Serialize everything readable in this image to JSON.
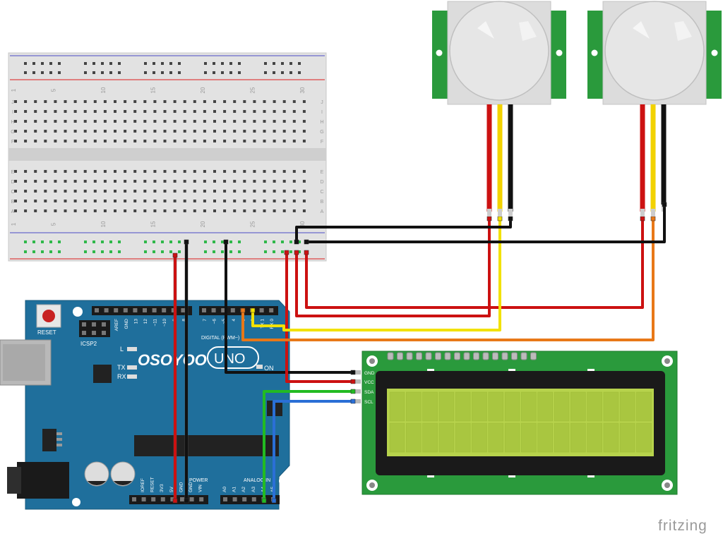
{
  "watermark": "fritzing",
  "breadboard": {
    "column_numbers": [
      "1",
      "5",
      "10",
      "15",
      "20",
      "25",
      "30"
    ],
    "row_letters_top": [
      "J",
      "I",
      "H",
      "G",
      "F"
    ],
    "row_letters_bottom": [
      "E",
      "D",
      "C",
      "B",
      "A"
    ]
  },
  "arduino": {
    "logo": "OSOYOO",
    "model": "UNO",
    "reset_label": "RESET",
    "icsp_label": "ICSP2",
    "digital_label": "DIGITAL (PWM~)",
    "on_label": "ON",
    "led_l": "L",
    "led_tx": "TX",
    "led_rx": "RX",
    "power_label": "POWER",
    "analog_label": "ANALOG IN",
    "header_top_labels": [
      "AREF",
      "GND",
      "13",
      "12",
      "~11",
      "~10",
      "~9",
      "8",
      "7",
      "~6",
      "~5",
      "4",
      "~3",
      "2",
      "TX 1",
      "RX 0"
    ],
    "power_pins": [
      "IOREF",
      "RESET",
      "3V3",
      "5V",
      "GND",
      "GND",
      "VIN"
    ],
    "analog_pins": [
      "A0",
      "A1",
      "A2",
      "A3",
      "A4",
      "A5"
    ]
  },
  "lcd": {
    "pins": [
      "GND",
      "VCC",
      "SDA",
      "SCL"
    ],
    "screen_color": "#b7d34c"
  },
  "pir_sensors": [
    {
      "id": "pir-1"
    },
    {
      "id": "pir-2"
    }
  ],
  "colors": {
    "board_blue": "#1f6f9c",
    "pcb_green": "#2a9a3c",
    "wire_red": "#cc1111",
    "wire_black": "#111111",
    "wire_yellow": "#f2e100",
    "wire_orange": "#e87818",
    "wire_green": "#22bb22",
    "wire_blue": "#2a6fd6"
  }
}
